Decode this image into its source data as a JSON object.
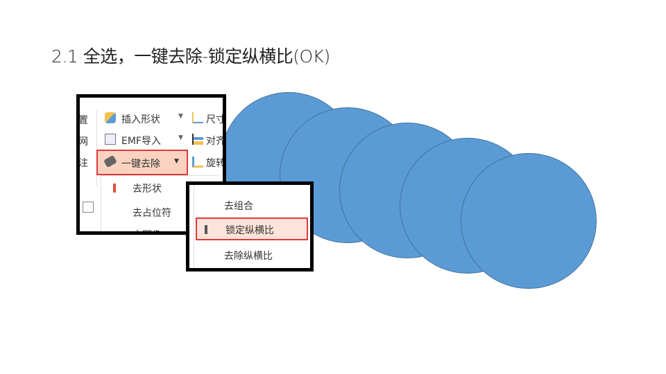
{
  "slide": {
    "title": "2.1 全选，一键去除-锁定纵横比(OK)"
  },
  "ribbon": {
    "left_labels": [
      "置",
      "网",
      "注"
    ],
    "insert_shape": "插入形状",
    "emf_import": "EMF导入",
    "one_click_remove": "一键去除",
    "size": "尺寸",
    "align": "对齐",
    "rotate": "旋转",
    "menu_items": [
      "去形状",
      "去占位符",
      "去图像"
    ]
  },
  "submenu": {
    "items": [
      "去组合",
      "锁定纵横比",
      "去除纵横比"
    ]
  },
  "colors": {
    "circle": "#5b9bd5",
    "highlight": "#e03a3a",
    "bar": "#d9553a"
  }
}
